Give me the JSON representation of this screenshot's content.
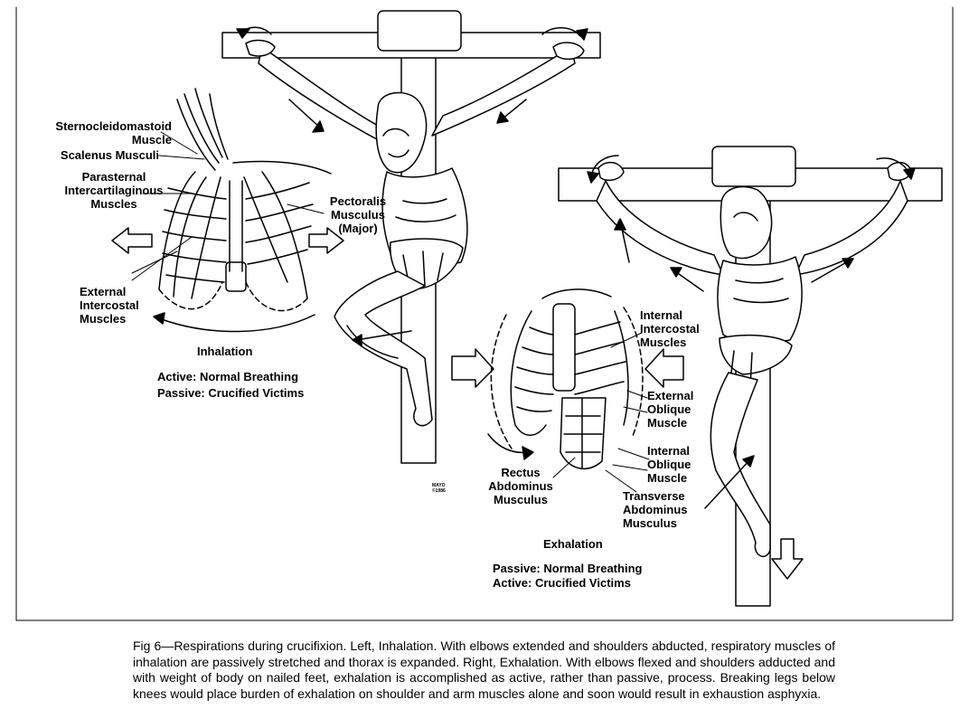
{
  "inhalation": {
    "labels": {
      "sternocleidomastoid": "Sternocleidomastoid\nMuscle",
      "scalenus": "Scalenus Musculi",
      "parasternal": "Parasternal\nIntercartilaginous\nMuscles",
      "pectoralis": "Pectoralis\nMusculus\n(Major)",
      "external_intercostal": "External\nIntercostal\nMuscles"
    },
    "title": "Inhalation",
    "mode_active": "Active: Normal Breathing",
    "mode_passive": "Passive: Crucified Victims"
  },
  "exhalation": {
    "labels": {
      "internal_intercostal": "Internal\nIntercostal\nMuscles",
      "external_oblique": "External\nOblique\nMuscle",
      "internal_oblique": "Internal\nOblique\nMuscle",
      "transverse": "Transverse\nAbdominus\nMusculus",
      "rectus": "Rectus\nAbdominus\nMusculus"
    },
    "title": "Exhalation",
    "mode_passive": "Passive: Normal Breathing",
    "mode_active": "Active: Crucified Victims"
  },
  "signature": "MAYO\n©1986",
  "caption": "Fig 6—Respirations during crucifixion. Left, Inhalation. With elbows extended and shoulders abducted, respiratory muscles of inhalation are passively stretched and thorax is expanded. Right, Exhalation. With elbows flexed and shoulders adducted and with weight of body on nailed feet, exhalation is accomplished as active, rather than passive, process. Breaking legs below knees would place burden of exhalation on shoulder and arm muscles alone and soon would result in exhaustion asphyxia."
}
